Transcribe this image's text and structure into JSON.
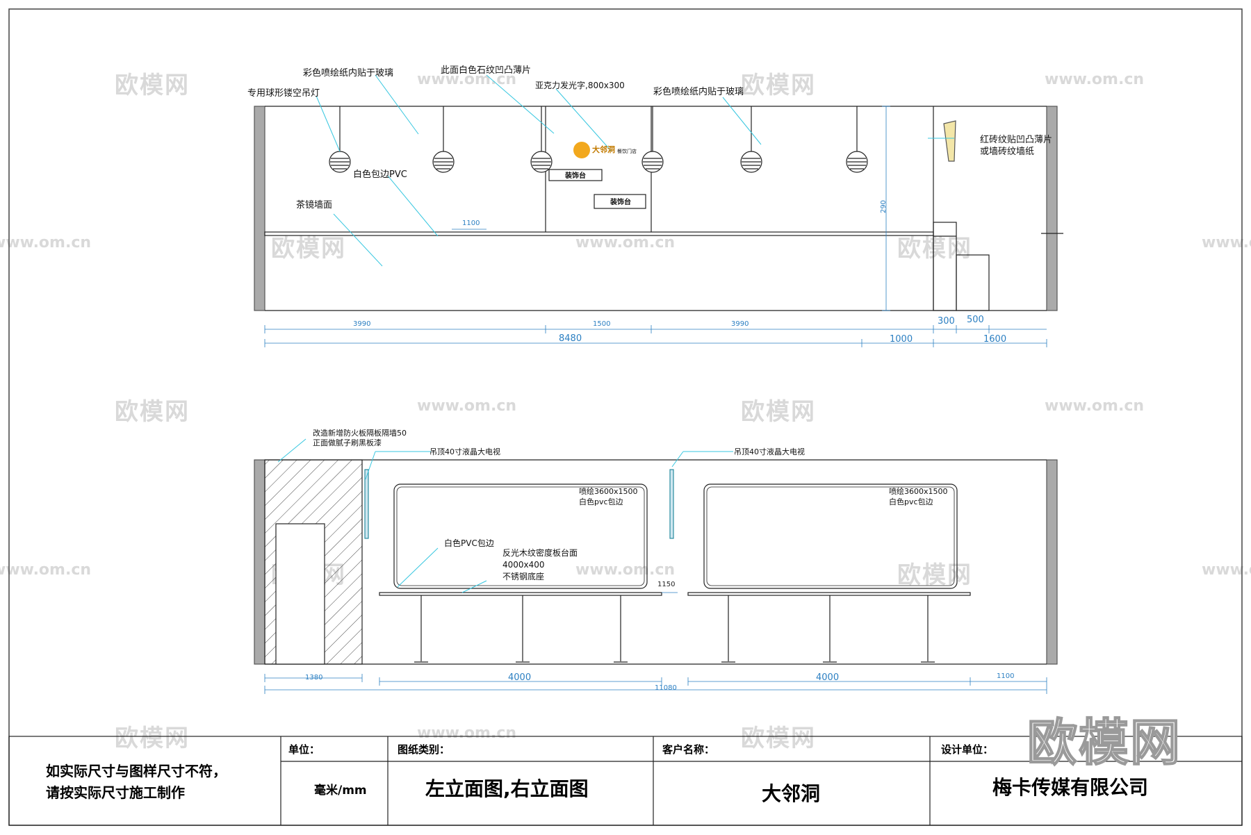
{
  "watermarks": {
    "cn": "欧模网",
    "url": "www.om.cn"
  },
  "upper_elevation": {
    "labels": {
      "pendant_lamp": "专用球形镂空吊灯",
      "inkjet_paper_left": "彩色喷绘纸内贴于玻璃",
      "white_stone": "此面白色石纹凹凸薄片",
      "acrylic_text": "亚克力发光字,800x300",
      "inkjet_paper_right": "彩色喷绘纸内贴于玻璃",
      "white_pvc": "白色包边PVC",
      "mirror_wall": "茶镜墙面",
      "red_brick_line1": "红砖纹贴凹凸薄片",
      "red_brick_line2": "或墙砖纹墙纸",
      "deco_shelf_1": "装饰台",
      "deco_shelf_2": "装饰台",
      "logo_text": "大邻洞",
      "logo_sub": "餐饮门店"
    },
    "dims": {
      "d1100": "1100",
      "d290": "290",
      "d3990a": "3990",
      "d1500": "1500",
      "d3990b": "3990",
      "d300": "300",
      "d500": "500",
      "d8480": "8480",
      "d1000": "1000",
      "d1600": "1600"
    }
  },
  "lower_elevation": {
    "labels": {
      "partition_line1": "改造新增防火板隔板隔墙50",
      "partition_line2": "正面做腻子刷黑板漆",
      "tv_left": "吊顶40寸液晶大电视",
      "tv_right": "吊顶40寸液晶大电视",
      "print_left_1": "喷绘3600x1500",
      "print_left_2": "白色pvc包边",
      "print_right_1": "喷绘3600x1500",
      "print_right_2": "白色pvc包边",
      "white_pvc_edge": "白色PVC包边",
      "table_1": "反光木纹密度板台面",
      "table_2": "4000x400",
      "table_3": "不锈钢底座"
    },
    "dims": {
      "d1150": "1150",
      "d1380": "1380",
      "d4000a": "4000",
      "d4000b": "4000",
      "d1100": "1100",
      "d11080": "11080"
    }
  },
  "title_block": {
    "note_line1": "如实际尺寸与图样尺寸不符，",
    "note_line2": "请按实际尺寸施工制作",
    "unit_head": "单位：",
    "unit_val": "毫米/mm",
    "type_head": "图纸类别：",
    "type_val": "左立面图,右立面图",
    "client_head": "客户名称：",
    "client_val": "大邻洞",
    "designer_head": "设计单位：",
    "designer_val": "梅卡传媒有限公司"
  },
  "colors": {
    "dimension": "#2b7fc2",
    "leader": "#37c7e0",
    "line": "#222222"
  }
}
